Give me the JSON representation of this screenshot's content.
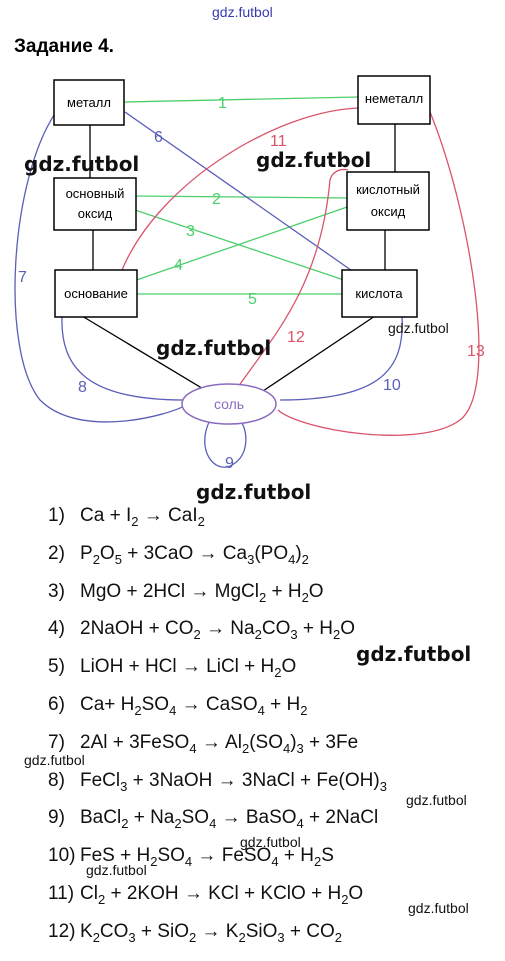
{
  "watermark": "gdz.futbol",
  "task_title": "Задание 4.",
  "diagram": {
    "nodes": {
      "metal": "металл",
      "nonmetal": "неметалл",
      "basic_oxide_line1": "основный",
      "basic_oxide_line2": "оксид",
      "acid_oxide_line1": "кислотный",
      "acid_oxide_line2": "оксид",
      "base": "основание",
      "acid": "кислота",
      "salt": "соль"
    },
    "links": [
      "1",
      "2",
      "3",
      "4",
      "5",
      "6",
      "7",
      "8",
      "9",
      "10",
      "11",
      "12",
      "13"
    ],
    "colors": {
      "green": "#4ccf6b",
      "blue": "#5a5fb8",
      "red": "#d9546a",
      "salt_border": "#8a6bc0",
      "salt_text": "#8a6bc0"
    }
  },
  "equations": [
    {
      "n": "1)",
      "html": "Ca + I<sub>2</sub> → CaI<sub>2</sub>"
    },
    {
      "n": "2)",
      "html": "P<sub>2</sub>O<sub>5</sub> + 3CaO → Ca<sub>3</sub>(PO<sub>4</sub>)<sub>2</sub>"
    },
    {
      "n": "3)",
      "html": "MgO + 2HCl → MgCl<sub>2</sub> + H<sub>2</sub>O"
    },
    {
      "n": "4)",
      "html": "2NaOH + CO<sub>2</sub> → Na<sub>2</sub>CO<sub>3</sub> + H<sub>2</sub>O"
    },
    {
      "n": "5)",
      "html": "LiOH + HCl → LiCl + H<sub>2</sub>O"
    },
    {
      "n": "6)",
      "html": "Ca+ H<sub>2</sub>SO<sub>4</sub> → CaSO<sub>4</sub> + H<sub>2</sub>"
    },
    {
      "n": "7)",
      "html": "2Al + 3FeSO<sub>4</sub> → Al<sub>2</sub>(SO<sub>4</sub>)<sub>3</sub> + 3Fe"
    },
    {
      "n": "8)",
      "html": "FeCl<sub>3</sub> + 3NaOH → 3NaCl + Fe(OH)<sub>3</sub>"
    },
    {
      "n": "9)",
      "html": "BaCl<sub>2</sub> + Na<sub>2</sub>SO<sub>4</sub> → BaSO<sub>4</sub> + 2NaCl"
    },
    {
      "n": "10)",
      "html": "FeS + H<sub>2</sub>SO<sub>4</sub> → FeSO<sub>4</sub> + H<sub>2</sub>S"
    },
    {
      "n": "11)",
      "html": "Cl<sub>2</sub> + 2KOH → KCl + KClO + H<sub>2</sub>O"
    },
    {
      "n": "12)",
      "html": "K<sub>2</sub>CO<sub>3</sub> + SiO<sub>2</sub> → K<sub>2</sub>SiO<sub>3</sub> + CO<sub>2</sub>"
    }
  ]
}
